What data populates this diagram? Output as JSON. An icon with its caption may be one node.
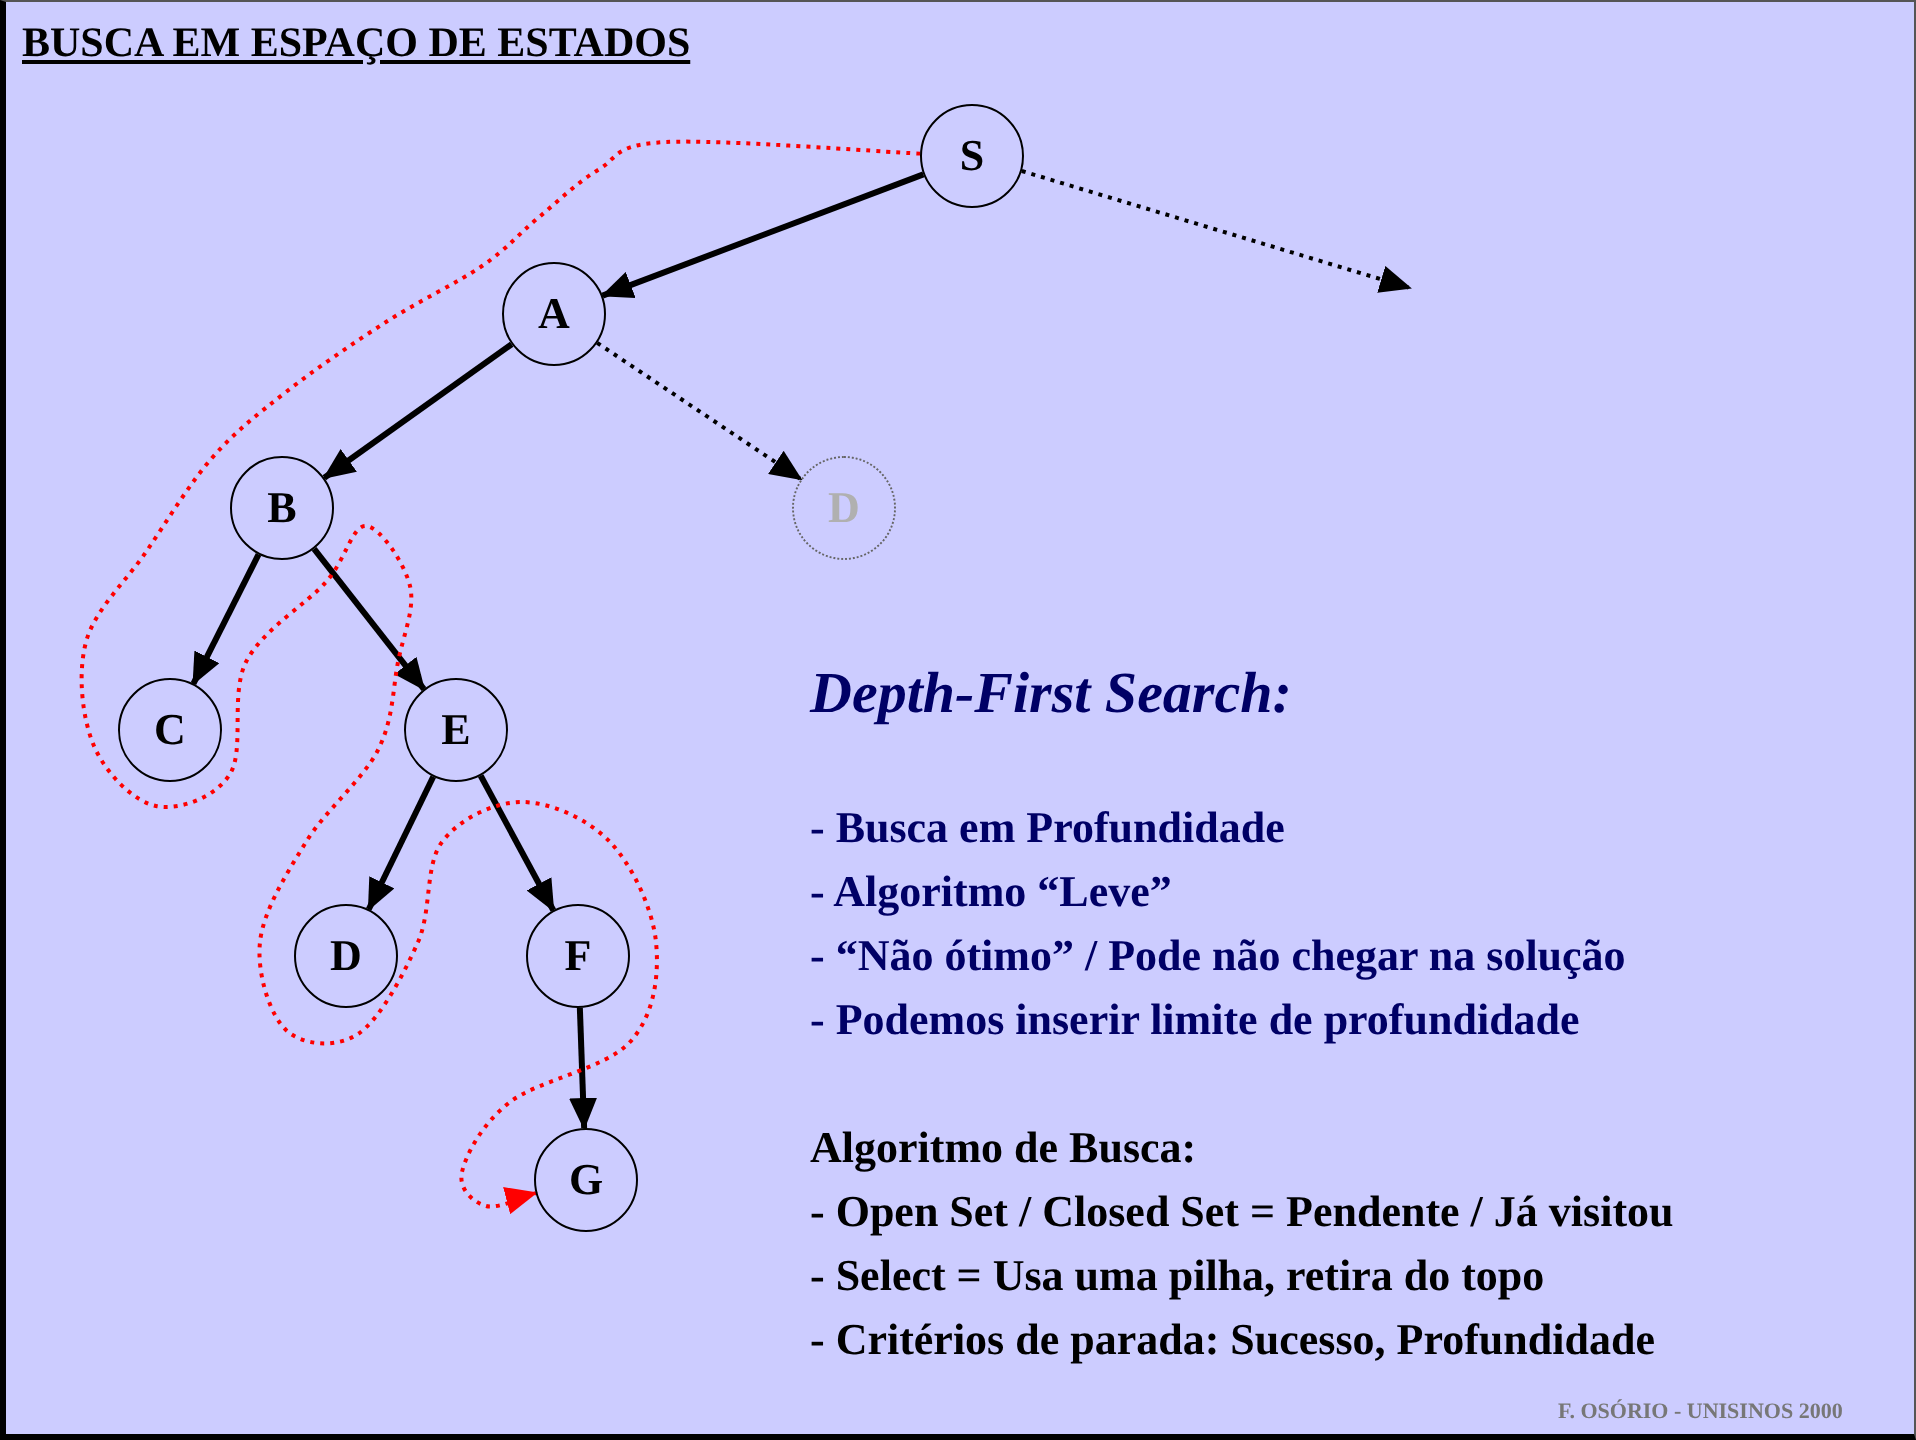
{
  "diagram": {
    "title": "BUSCA EM ESPAÇO DE ESTADOS",
    "nodes": [
      {
        "text": [
          "S"
        ]
      },
      {
        "text": [
          "A"
        ]
      },
      {
        "text": [
          "B"
        ]
      },
      {
        "text": [
          "D"
        ]
      },
      {
        "text": [
          "C"
        ]
      },
      {
        "text": [
          "E"
        ]
      },
      {
        "text": [
          "D"
        ]
      },
      {
        "text": [
          "F"
        ]
      },
      {
        "text": [
          "G"
        ]
      }
    ],
    "edges": [
      {
        "from": 0,
        "to": 1,
        "arrow": "to"
      },
      {
        "from": 0,
        "to": null,
        "arrow": "to",
        "style": "dashed"
      },
      {
        "from": 1,
        "to": 2,
        "arrow": "to"
      },
      {
        "from": 1,
        "to": 3,
        "arrow": "to",
        "style": "dashed"
      },
      {
        "from": 2,
        "to": 4,
        "arrow": "to"
      },
      {
        "from": 2,
        "to": 5,
        "arrow": "to"
      },
      {
        "from": 5,
        "to": 6,
        "arrow": "to"
      },
      {
        "from": 5,
        "to": 7,
        "arrow": "to"
      },
      {
        "from": 7,
        "to": 8,
        "arrow": "to"
      },
      {
        "from": 0,
        "to": 8,
        "arrow": "to",
        "style": "dashed",
        "color": "#ff0000"
      }
    ],
    "labels": [
      "Depth-First Search:",
      "- Busca em Profundidade",
      "- Algoritmo “Leve”",
      "- “Não ótimo” / Pode não chegar na solução",
      "- Podemos inserir limite de profundidade",
      "Algoritmo de Busca:",
      "- Open Set / Closed Set  = Pendente / Já visitou",
      "- Select = Usa uma pilha, retira do topo",
      "- Critérios de parada: Sucesso, Profundidade",
      "F. OSÓRIO - UNISINOS 2000"
    ]
  }
}
